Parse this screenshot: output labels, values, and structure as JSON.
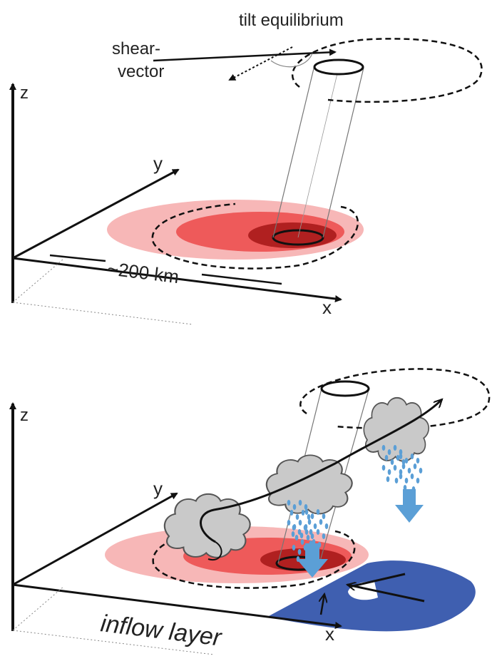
{
  "top_panel": {
    "tilt_label": "tilt equilibrium",
    "shear_label_line1": "shear-",
    "shear_label_line2": "vector",
    "axis_z": "z",
    "axis_y": "y",
    "axis_x": "x",
    "scale_label": "~200 km"
  },
  "bottom_panel": {
    "axis_z": "z",
    "axis_y": "y",
    "axis_x": "x",
    "inflow_label": "inflow layer"
  },
  "colors": {
    "outer_pink": "#f7b7b7",
    "mid_red": "#ee5a5a",
    "core_darkred": "#b02020",
    "inflow_blue": "#3f5fb0",
    "rain_blue": "#5b9fd6",
    "cloud_gray": "#c9c9c9"
  }
}
